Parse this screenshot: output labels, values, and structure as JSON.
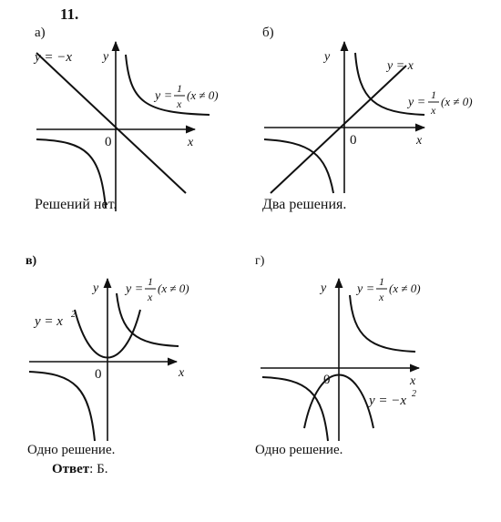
{
  "problem_number": "11.",
  "panels": [
    {
      "id": "a",
      "label": "а)",
      "curves": [
        "y = −x",
        "y = 1/x (x ≠ 0)"
      ],
      "axis_y": "y",
      "axis_x": "x",
      "origin": "0",
      "line_label": "y = −x",
      "hyp_prefix": "y =",
      "hyp_num": "1",
      "hyp_den": "x",
      "hyp_cond": "(x ≠ 0)",
      "conclusion": "Решений нет."
    },
    {
      "id": "b",
      "label": "б)",
      "curves": [
        "y = x",
        "y = 1/x (x ≠ 0)"
      ],
      "axis_y": "y",
      "axis_x": "x",
      "origin": "0",
      "line_label": "y = x",
      "hyp_prefix": "y =",
      "hyp_num": "1",
      "hyp_den": "x",
      "hyp_cond": "(x ≠ 0)",
      "conclusion": "Два решения."
    },
    {
      "id": "v",
      "label": "в)",
      "curves": [
        "y = x²",
        "y = 1/x (x ≠ 0)"
      ],
      "axis_y": "y",
      "axis_x": "x",
      "origin": "0",
      "parab_label": "y = x",
      "parab_exp": "2",
      "hyp_prefix": "y =",
      "hyp_num": "1",
      "hyp_den": "x",
      "hyp_cond": "(x ≠ 0)",
      "conclusion": "Одно решение."
    },
    {
      "id": "g",
      "label": "г)",
      "curves": [
        "y = −x²",
        "y = 1/x (x ≠ 0)"
      ],
      "axis_y": "y",
      "axis_x": "x",
      "origin": "0",
      "parab_label": "y = −x",
      "parab_exp": "2",
      "hyp_prefix": "y =",
      "hyp_num": "1",
      "hyp_den": "x",
      "hyp_cond": "(x ≠ 0)",
      "conclusion": "Одно решение."
    }
  ],
  "answer_label": "Ответ",
  "answer_value": ": Б."
}
